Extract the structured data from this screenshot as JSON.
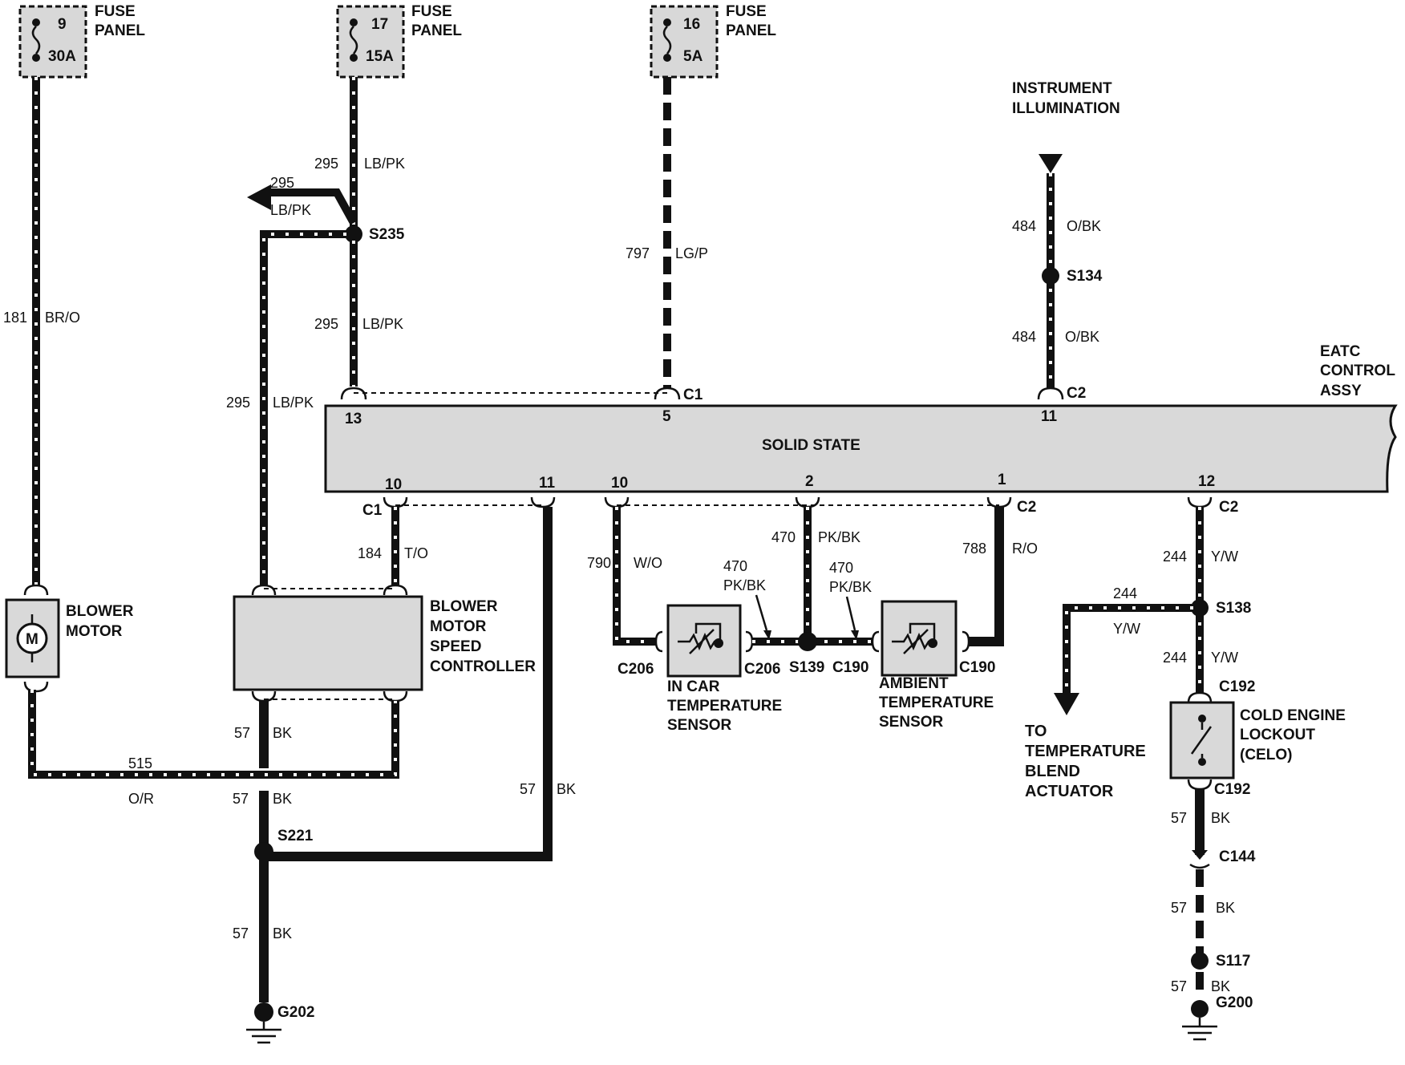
{
  "fuses": [
    {
      "num": "9",
      "amps": "30A",
      "label1": "FUSE",
      "label2": "PANEL"
    },
    {
      "num": "17",
      "amps": "15A",
      "label1": "FUSE",
      "label2": "PANEL"
    },
    {
      "num": "16",
      "amps": "5A",
      "label1": "FUSE",
      "label2": "PANEL"
    }
  ],
  "instrument": {
    "line1": "INSTRUMENT",
    "line2": "ILLUMINATION"
  },
  "eatc": {
    "line1": "EATC",
    "line2": "CONTROL",
    "line3": "ASSY",
    "solid_state": "SOLID STATE"
  },
  "wires": {
    "w181": {
      "num": "181",
      "color": "BR/O"
    },
    "w295a": {
      "num": "295",
      "color": "LB/PK"
    },
    "w295b": {
      "num": "295",
      "color": "LB/PK"
    },
    "w295c": {
      "num": "295",
      "color": "LB/PK"
    },
    "w295d": {
      "num": "295",
      "color": "LB/PK"
    },
    "w797": {
      "num": "797",
      "color": "LG/P"
    },
    "w484a": {
      "num": "484",
      "color": "O/BK"
    },
    "w484b": {
      "num": "484",
      "color": "O/BK"
    },
    "w184": {
      "num": "184",
      "color": "T/O"
    },
    "w790": {
      "num": "790",
      "color": "W/O"
    },
    "w470a": {
      "num": "470",
      "color": "PK/BK"
    },
    "w470b": {
      "num": "470",
      "color": "PK/BK"
    },
    "w470c": {
      "num": "470",
      "color": "PK/BK"
    },
    "w788": {
      "num": "788",
      "color": "R/O"
    },
    "w244a": {
      "num": "244",
      "color": "Y/W"
    },
    "w244b": {
      "num": "244",
      "color": "Y/W"
    },
    "w244c": {
      "num": "244",
      "color": "Y/W"
    },
    "w515": {
      "num": "515",
      "color": "O/R"
    },
    "w57a": {
      "num": "57",
      "color": "BK"
    },
    "w57b": {
      "num": "57",
      "color": "BK"
    },
    "w57c": {
      "num": "57",
      "color": "BK"
    },
    "w57d": {
      "num": "57",
      "color": "BK"
    },
    "w57e": {
      "num": "57",
      "color": "BK"
    },
    "w57f": {
      "num": "57",
      "color": "BK"
    },
    "w57g": {
      "num": "57",
      "color": "BK"
    }
  },
  "splices": {
    "s235": "S235",
    "s134": "S134",
    "s139": "S139",
    "s138": "S138",
    "s221": "S221",
    "s117": "S117"
  },
  "connectors": {
    "c1_top": "C1",
    "c2_top": "C2",
    "c1_bot": "C1",
    "c2_bot": "C2",
    "c2_right": "C2",
    "c206_l": "C206",
    "c206_r": "C206",
    "c190_l": "C190",
    "c190_r": "C190",
    "c192_top": "C192",
    "c192_bot": "C192",
    "c144": "C144"
  },
  "pins": {
    "top13": "13",
    "top5": "5",
    "top11": "11",
    "bot10a": "10",
    "bot11": "11",
    "bot10b": "10",
    "bot2": "2",
    "bot1": "1",
    "bot12": "12"
  },
  "components": {
    "blower_motor": {
      "line1": "BLOWER",
      "line2": "MOTOR",
      "symbol": "M"
    },
    "bmsc": {
      "line1": "BLOWER",
      "line2": "MOTOR",
      "line3": "SPEED",
      "line4": "CONTROLLER"
    },
    "in_car": {
      "line1": "IN CAR",
      "line2": "TEMPERATURE",
      "line3": "SENSOR"
    },
    "ambient": {
      "line1": "AMBIENT",
      "line2": "TEMPERATURE",
      "line3": "SENSOR"
    },
    "celo": {
      "line1": "COLD ENGINE",
      "line2": "LOCKOUT",
      "line3": "(CELO)"
    },
    "to_blend": {
      "line1": "TO",
      "line2": "TEMPERATURE",
      "line3": "BLEND",
      "line4": "ACTUATOR"
    }
  },
  "grounds": {
    "g202": "G202",
    "g200": "G200"
  }
}
